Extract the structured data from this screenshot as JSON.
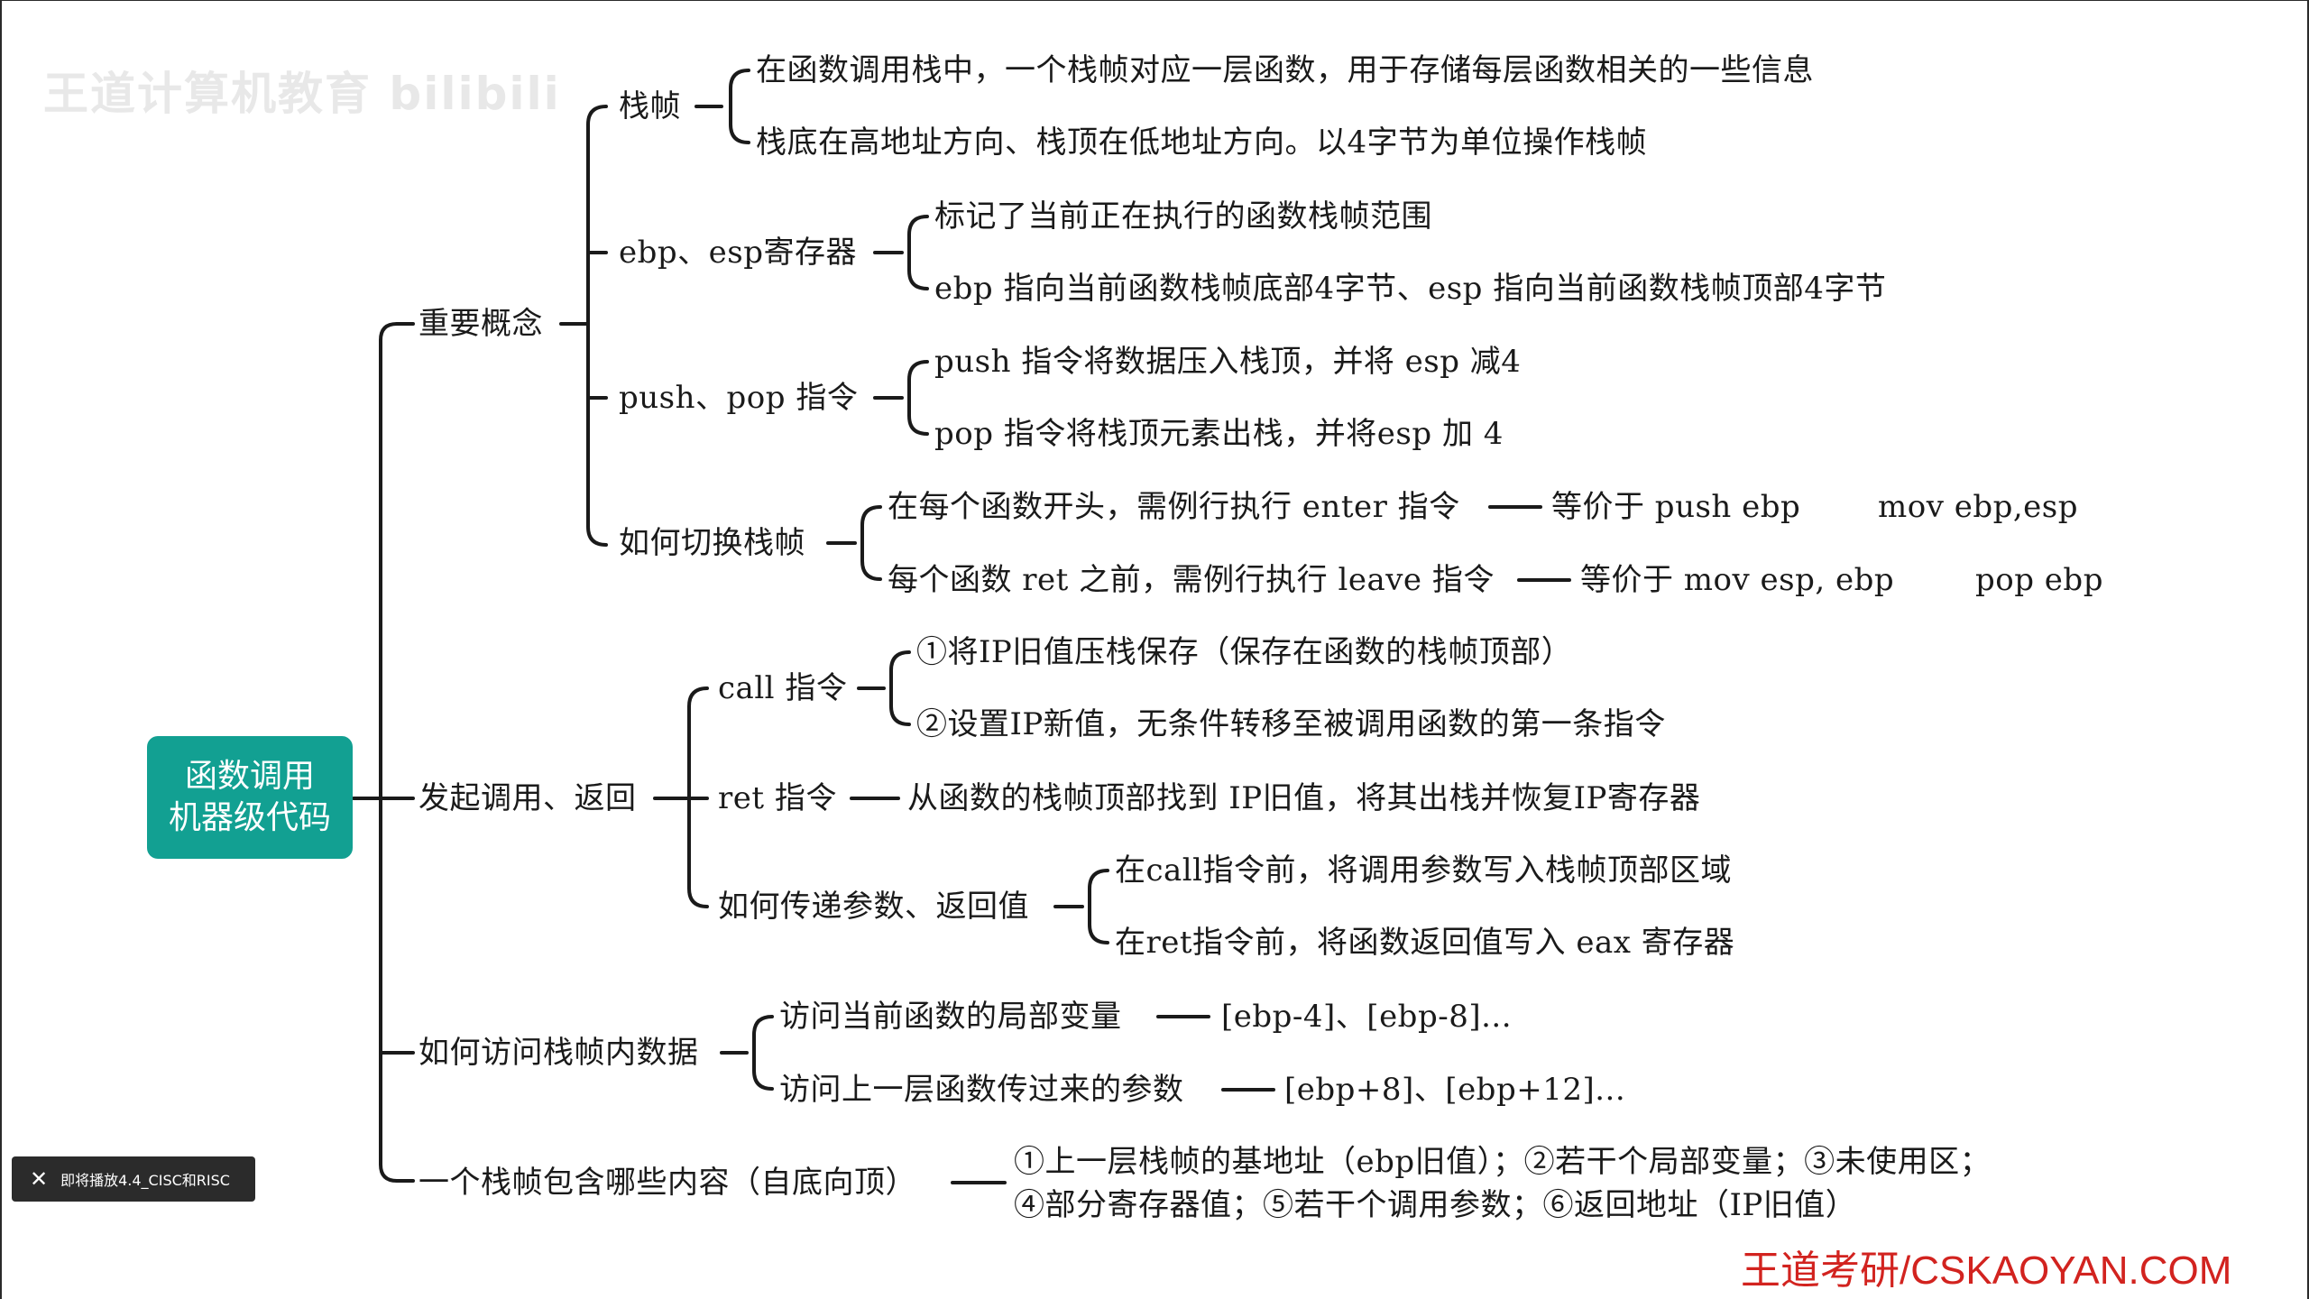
{
  "watermark": "王道计算机教育 bilibili",
  "brand": "王道考研/CSKAOYAN.COM",
  "toast": {
    "close_icon": "close-icon",
    "text": "即将播放4.4_CISC和RISC"
  },
  "colors": {
    "root_bg": "#12a092",
    "brand": "#d2231f",
    "line": "#1a1a1a",
    "toast_bg": "#2b2b2b"
  },
  "mindmap": {
    "root": {
      "line1": "函数调用",
      "line2": "机器级代码"
    },
    "b1": {
      "label": "重要概念",
      "c1": {
        "label": "栈帧",
        "l1": "在函数调用栈中，一个栈帧对应一层函数，用于存储每层函数相关的一些信息",
        "l2": "栈底在高地址方向、栈顶在低地址方向。以4字节为单位操作栈帧"
      },
      "c2": {
        "label": "ebp、esp寄存器",
        "l1": "标记了当前正在执行的函数栈帧范围",
        "l2": "ebp 指向当前函数栈帧底部4字节、esp 指向当前函数栈帧顶部4字节"
      },
      "c3": {
        "label": "push、pop 指令",
        "l1": "push 指令将数据压入栈顶，并将 esp 减4",
        "l2": "pop 指令将栈顶元素出栈，并将esp 加 4"
      },
      "c4": {
        "label": "如何切换栈帧",
        "l1": "在每个函数开头，需例行执行 enter 指令",
        "l1_eq": "等价于 push ebp",
        "l1_eq2": "mov ebp,esp",
        "l2": "每个函数 ret 之前，需例行执行 leave 指令",
        "l2_eq": "等价于 mov esp, ebp",
        "l2_eq2": "pop ebp"
      }
    },
    "b2": {
      "label": "发起调用、返回",
      "c1": {
        "label": "call 指令",
        "l1": "①将IP旧值压栈保存（保存在函数的栈帧顶部）",
        "l2": "②设置IP新值，无条件转移至被调用函数的第一条指令"
      },
      "c2": {
        "label": "ret 指令",
        "l1": "从函数的栈帧顶部找到 IP旧值，将其出栈并恢复IP寄存器"
      },
      "c3": {
        "label": "如何传递参数、返回值",
        "l1": "在call指令前，将调用参数写入栈帧顶部区域",
        "l2": "在ret指令前，将函数返回值写入 eax 寄存器"
      }
    },
    "b3": {
      "label": "如何访问栈帧内数据",
      "l1": "访问当前函数的局部变量",
      "l1_val": "[ebp-4]、[ebp-8]...",
      "l2": "访问上一层函数传过来的参数",
      "l2_val": "[ebp+8]、[ebp+12]..."
    },
    "b4": {
      "label": "一个栈帧包含哪些内容（自底向顶）",
      "l1": "①上一层栈帧的基地址（ebp旧值）；②若干个局部变量；③未使用区；",
      "l2": "④部分寄存器值；⑤若干个调用参数；⑥返回地址（IP旧值）"
    }
  }
}
